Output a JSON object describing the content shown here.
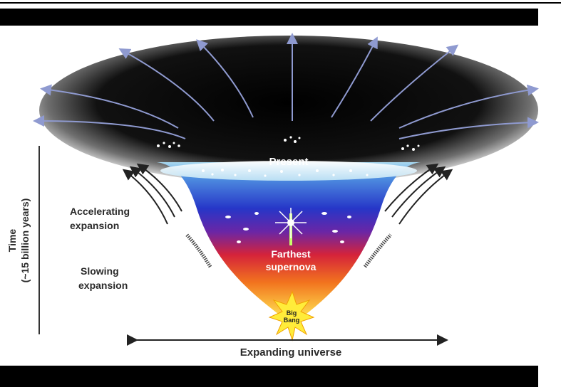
{
  "labels": {
    "present": "Present",
    "accelerating_line1": "Accelerating",
    "accelerating_line2": "expansion",
    "farthest_line1": "Farthest",
    "farthest_line2": "supernova",
    "slowing_line1": "Slowing",
    "slowing_line2": "expansion",
    "big_line1": "Big",
    "big_line2": "Bang",
    "time_line1": "Time",
    "time_line2": "(~15 billion years)",
    "expanding": "Expanding universe"
  },
  "colors": {
    "frame_bar": "#000000",
    "cosmos_dark": "#050505",
    "cosmos_rim": "#bdbdbd",
    "funnel_top": "#7fc2e8",
    "funnel_mid_blue": "#2c4cd8",
    "funnel_purple": "#6a2aa8",
    "funnel_red": "#e0232a",
    "funnel_orange": "#f39a1c",
    "funnel_yellow": "#ffe55a",
    "arrow_color": "#8f9ad0",
    "label_text": "#2a2a2a"
  }
}
